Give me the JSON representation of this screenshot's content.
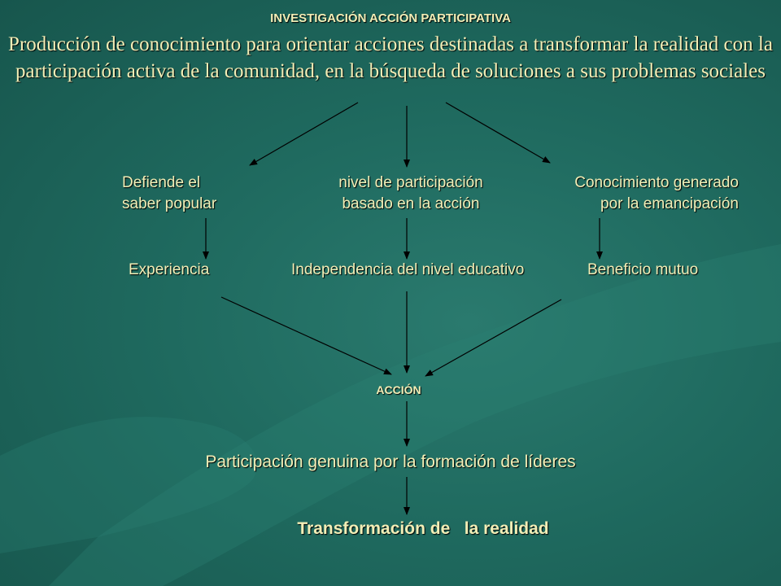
{
  "title": "INVESTIGACIÓN ACCIÓN PARTICIPATIVA",
  "subtitle": "Producción de conocimiento para orientar acciones destinadas a transformar la realidad con la participación activa de la comunidad, en la búsqueda de soluciones a sus problemas sociales",
  "level1": {
    "left": [
      "Defiende el",
      "saber popular"
    ],
    "center": [
      "nivel de participación",
      "basado en la acción"
    ],
    "right": [
      "Conocimiento generado",
      "por la emancipación"
    ]
  },
  "level2": {
    "left": "Experiencia",
    "center": "Independencia del nivel educativo",
    "right": "Beneficio mutuo"
  },
  "accion": "ACCIÓN",
  "participacion": "Participación genuina por la formación de líderes",
  "transformacion": "Transformación de   la realidad",
  "colors": {
    "text": "#f2eeb6",
    "background": "#1f6a5f",
    "arrow": "#000000"
  }
}
